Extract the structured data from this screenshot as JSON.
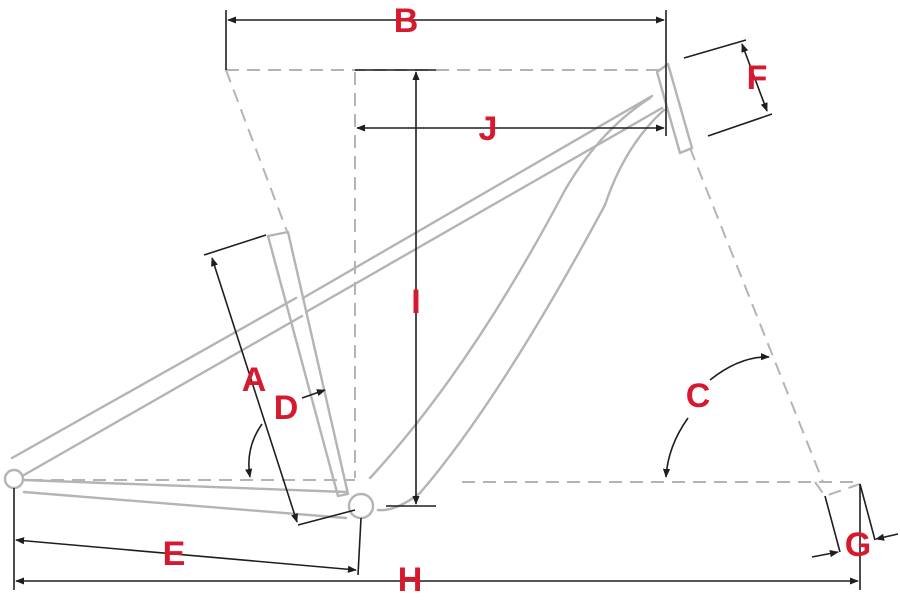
{
  "diagram": {
    "label_color": "#d7192f",
    "frame_color": "#b4b4b4",
    "dimension_color": "#1e1e1e",
    "labels": {
      "A": "A",
      "B": "B",
      "C": "C",
      "D": "D",
      "E": "E",
      "F": "F",
      "G": "G",
      "H": "H",
      "I": "I",
      "J": "J"
    }
  }
}
